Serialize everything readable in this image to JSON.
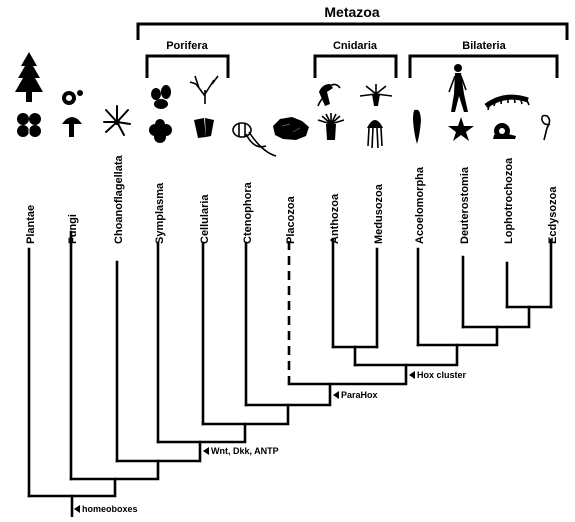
{
  "groups": {
    "metazoa": "Metazoa",
    "porifera": "Porifera",
    "cnidaria": "Cnidaria",
    "bilateria": "Bilateria"
  },
  "taxa": [
    {
      "name": "Plantae",
      "icon": "pine-tree-and-clover-icon"
    },
    {
      "name": "Fungi",
      "icon": "fungus-and-mushroom-icon"
    },
    {
      "name": "Choanoflagellata",
      "icon": "choanoflagellate-colony-icon"
    },
    {
      "name": "Symplasma",
      "icon": "glass-sponge-icon"
    },
    {
      "name": "Cellularia",
      "icon": "branching-sponge-icon"
    },
    {
      "name": "Ctenophora",
      "icon": "comb-jelly-icon"
    },
    {
      "name": "Placozoa",
      "icon": "placozoan-icon"
    },
    {
      "name": "Anthozoa",
      "icon": "sea-anemone-icon"
    },
    {
      "name": "Medusozoa",
      "icon": "jellyfish-icon"
    },
    {
      "name": "Acoelomorpha",
      "icon": "flatworm-icon"
    },
    {
      "name": "Deuterostomia",
      "icon": "human-and-starfish-icon"
    },
    {
      "name": "Lophotrochozoa",
      "icon": "snail-icon"
    },
    {
      "name": "Ecdysozoa",
      "icon": "centipede-and-nematode-icon"
    }
  ],
  "markers": {
    "homeoboxes": "homeoboxes",
    "wnt": "Wnt, Dkk, ANTP",
    "parahox": "ParaHox",
    "hox": "Hox cluster"
  },
  "placozoa_branch_style": "dashed"
}
